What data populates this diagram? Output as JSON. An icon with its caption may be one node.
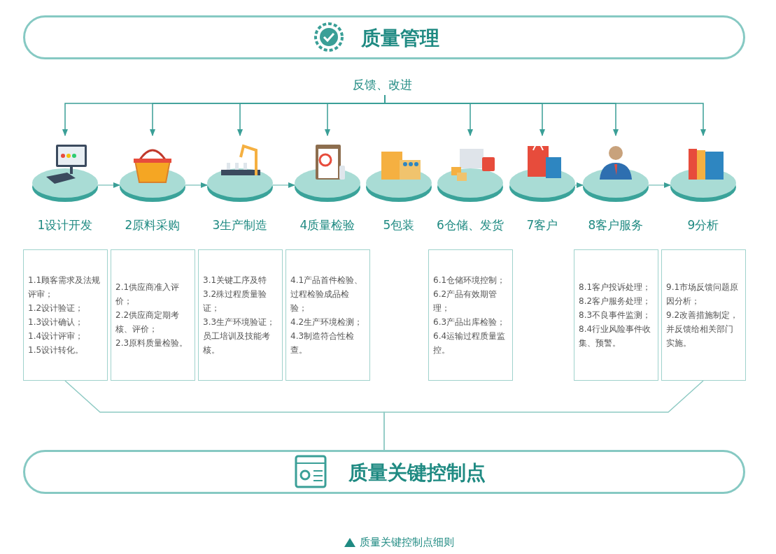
{
  "diagram": {
    "caption": "质量关键控制点细则",
    "nodes": [
      {
        "text": [
          "质量管理"
        ]
      },
      {
        "text": [
          "反馈、改进"
        ]
      },
      {
        "text": [
          "1设计开发"
        ]
      },
      {
        "text": [
          "2原料采购"
        ]
      },
      {
        "text": [
          "3生产制造"
        ]
      },
      {
        "text": [
          "4质量检验"
        ]
      },
      {
        "text": [
          "5包装"
        ]
      },
      {
        "text": [
          "6仓储、发货"
        ]
      },
      {
        "text": [
          "7客户"
        ]
      },
      {
        "text": [
          "8客户服务"
        ]
      },
      {
        "text": [
          "9分析"
        ]
      },
      {
        "text": [
          "1.1顾客需求及法规评审；",
          "1.2设计验证；",
          "1.3设计确认；",
          "1.4设计评审；",
          "1.5设计转化。"
        ]
      },
      {
        "text": [
          "2.1供应商准入评价；",
          "2.2供应商定期考核、评价；",
          "2.3原料质量检验。"
        ]
      },
      {
        "text": [
          "3.1关键工序及特",
          "3.2殊过程质量验证；",
          "3.3生产环境验证；",
          "员工培训及技能考核。"
        ]
      },
      {
        "text": [
          "4.1产品首件检验、过程检验成品检验；",
          "4.2生产环境检测；",
          "4.3制造符合性检查。"
        ]
      },
      {
        "text": [
          "6.1仓储环境控制；",
          "6.2产品有效期管理；",
          "6.3产品出库检验；",
          "6.4运输过程质量监控。"
        ]
      },
      {
        "text": [
          "8.1客户投诉处理；",
          "8.2客户服务处理；",
          "8.3不良事件监测；",
          "8.4行业风险事件收集、预警。"
        ]
      },
      {
        "text": [
          "9.1市场反馈问题原因分析；",
          "9.2改善措施制定，并反馈给相关部门实施。"
        ]
      },
      {
        "text": [
          "质量关键控制点"
        ]
      }
    ],
    "edges": [
      {
        "from": 1,
        "to": 2,
        "arrow": "to"
      },
      {
        "from": 1,
        "to": 3,
        "arrow": "to"
      },
      {
        "from": 1,
        "to": 4,
        "arrow": "to"
      },
      {
        "from": 1,
        "to": 5,
        "arrow": "to"
      },
      {
        "from": 1,
        "to": 7,
        "arrow": "to"
      },
      {
        "from": 1,
        "to": 8,
        "arrow": "to"
      },
      {
        "from": 1,
        "to": 9,
        "arrow": "to"
      },
      {
        "from": 1,
        "to": 10,
        "arrow": "to"
      },
      {
        "from": 2,
        "to": 3,
        "arrow": "to"
      },
      {
        "from": 3,
        "to": 4,
        "arrow": "to"
      },
      {
        "from": 4,
        "to": 5,
        "arrow": "to"
      },
      {
        "from": 8,
        "to": 9,
        "arrow": "to"
      },
      {
        "from": 9,
        "to": 10,
        "arrow": "to"
      },
      {
        "from": 11,
        "to": 18,
        "arrow": "none"
      },
      {
        "from": 17,
        "to": 18,
        "arrow": "none"
      }
    ]
  }
}
